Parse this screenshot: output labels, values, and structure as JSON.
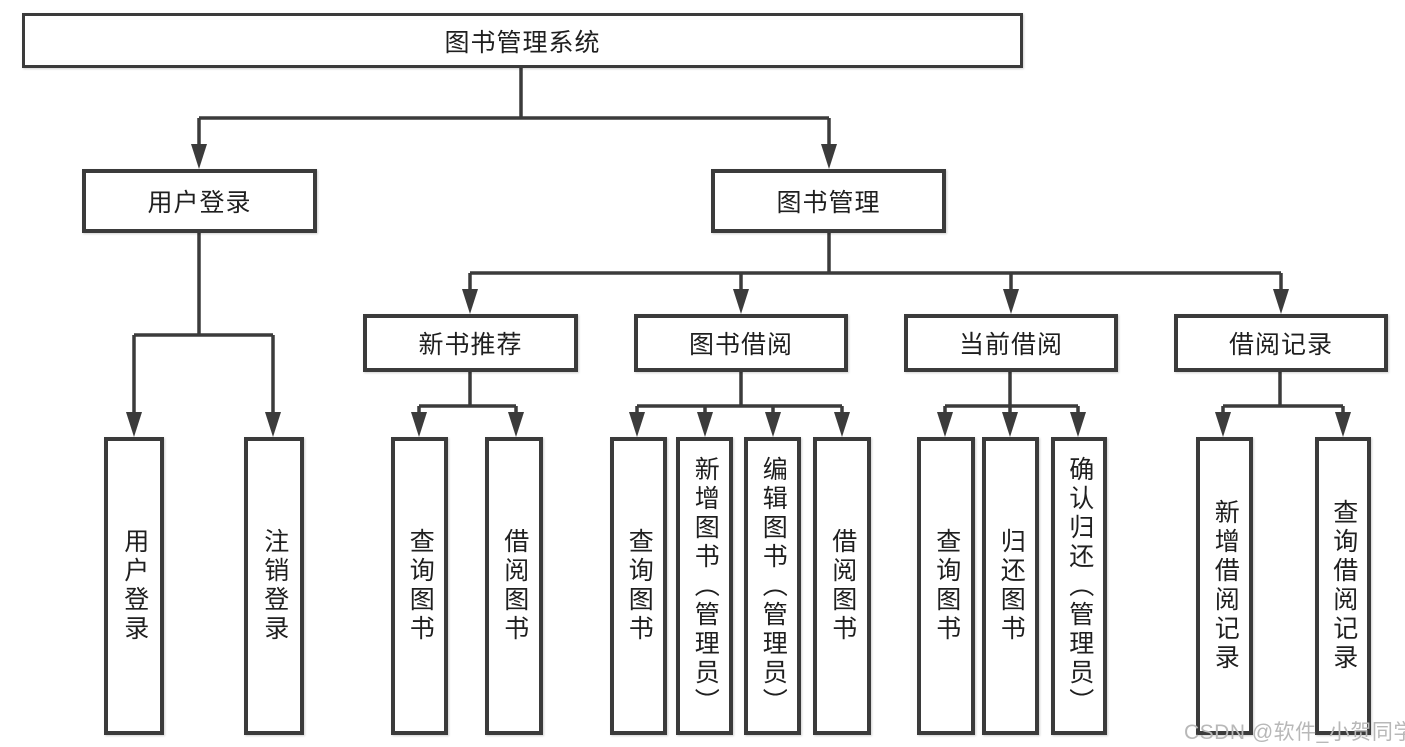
{
  "diagram": {
    "root": {
      "label": "图书管理系统"
    },
    "level2": [
      {
        "id": "user-login",
        "label": "用户登录"
      },
      {
        "id": "book-management",
        "label": "图书管理"
      }
    ],
    "level3": [
      {
        "id": "new-book-recommend",
        "label": "新书推荐"
      },
      {
        "id": "book-borrowing",
        "label": "图书借阅"
      },
      {
        "id": "current-borrowing",
        "label": "当前借阅"
      },
      {
        "id": "borrowing-records",
        "label": "借阅记录"
      }
    ],
    "leaves": {
      "user_login": [
        "用户登录",
        "注销登录"
      ],
      "new_book_recommend": [
        "查询图书",
        "借阅图书"
      ],
      "book_borrowing": [
        "查询图书",
        "新增图书（管理员）",
        "编辑图书（管理员）",
        "借阅图书"
      ],
      "current_borrowing": [
        "查询图书",
        "归还图书",
        "确认归还（管理员）"
      ],
      "borrowing_records": [
        "新增借阅记录",
        "查询借阅记录"
      ]
    }
  },
  "watermark": {
    "text": "CSDN @软件_小贺同学"
  },
  "colors": {
    "line": "#3b3b3b",
    "text": "#1f1f1f",
    "background": "#ffffff",
    "watermark": "#b8b8b8"
  }
}
